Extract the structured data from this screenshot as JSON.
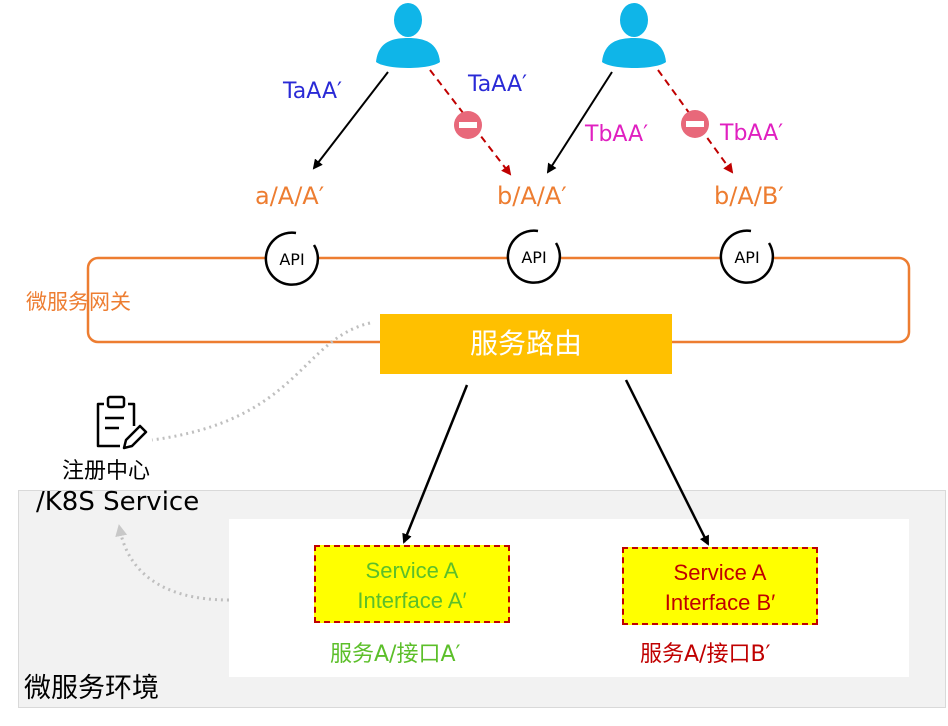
{
  "colors": {
    "gateway": "#ed7d31",
    "router_fill": "#ffc000",
    "service_fill": "#ffff00",
    "service_border": "#c00000",
    "token_a": "#2a2ad6",
    "token_b": "#e020c0",
    "green": "#5cbf2a",
    "red": "#c00000",
    "deny": "#e8687a"
  },
  "users": [
    {
      "name": "user-a",
      "icon": "user-icon"
    },
    {
      "name": "user-b",
      "icon": "user-icon"
    }
  ],
  "tokens": {
    "user_a_allowed": "TaAA′",
    "user_a_denied": "TaAA′",
    "user_b_allowed": "TbAA′",
    "user_b_denied": "TbAA′"
  },
  "paths": [
    "a/A/A′",
    "b/A/A′",
    "b/A/B′"
  ],
  "api_label": "API",
  "gateway_label": "微服务网关",
  "router_label": "服务路由",
  "registry": {
    "icon": "clipboard-icon",
    "label": "注册中心",
    "label2": "/K8S Service"
  },
  "environment_label": "微服务环境",
  "services": [
    {
      "line1": "Service A",
      "line2": "Interface A′",
      "caption": "服务A/接口A′"
    },
    {
      "line1": "Service A",
      "line2": "Interface B′",
      "caption": "服务A/接口B′"
    }
  ]
}
